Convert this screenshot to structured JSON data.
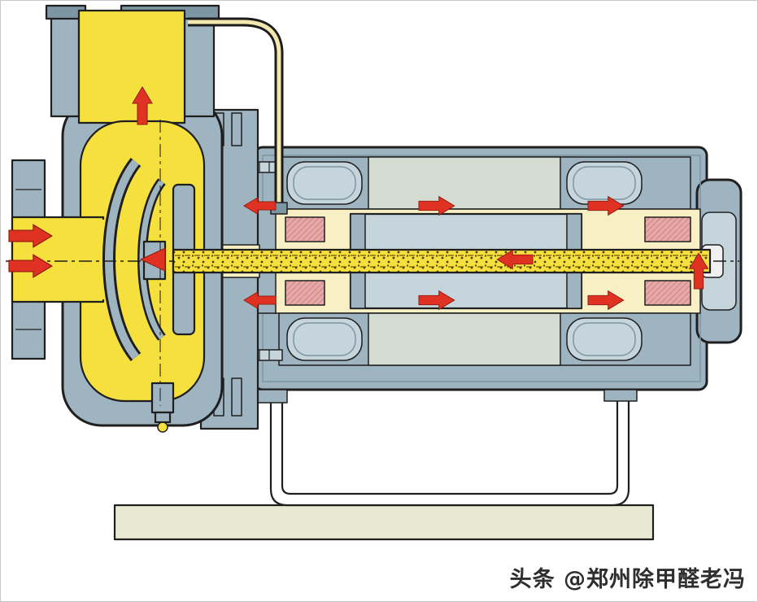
{
  "watermark": {
    "text": "头条 @郑州除甲醛老冯"
  },
  "diagram": {
    "subject": "canned-motor-pump-cross-section",
    "flow": {
      "arrows": [
        {
          "name": "suction-inlet-upper",
          "direction": "right"
        },
        {
          "name": "suction-inlet-lower",
          "direction": "right"
        },
        {
          "name": "discharge-outlet",
          "direction": "up"
        },
        {
          "name": "return-to-impeller-top",
          "direction": "left"
        },
        {
          "name": "return-to-impeller-bottom",
          "direction": "left"
        },
        {
          "name": "stator-gap-top-left",
          "direction": "right"
        },
        {
          "name": "stator-gap-top-right",
          "direction": "right"
        },
        {
          "name": "hollow-shaft-return",
          "direction": "left"
        },
        {
          "name": "stator-gap-bottom-left",
          "direction": "right"
        },
        {
          "name": "stator-gap-bottom-right",
          "direction": "right"
        },
        {
          "name": "rear-end-turnaround",
          "direction": "up"
        },
        {
          "name": "impeller-eye",
          "direction": "left"
        }
      ]
    }
  },
  "colors": {
    "bg": "#ffffff",
    "border": "#c8c8c8",
    "outline": "#1f1f1f",
    "steel": "#9eb5c1",
    "steel_light": "#c6d4db",
    "steel_dark": "#7d96a4",
    "core": "#d4dcd2",
    "yellow": "#f6e03e",
    "cream": "#f8f0c4",
    "pipe_bore": "#f3e6ae",
    "pink": "#e8a8a8",
    "red": "#e03222",
    "red_dark": "#8f1b10",
    "base": "#e9e9d2"
  }
}
